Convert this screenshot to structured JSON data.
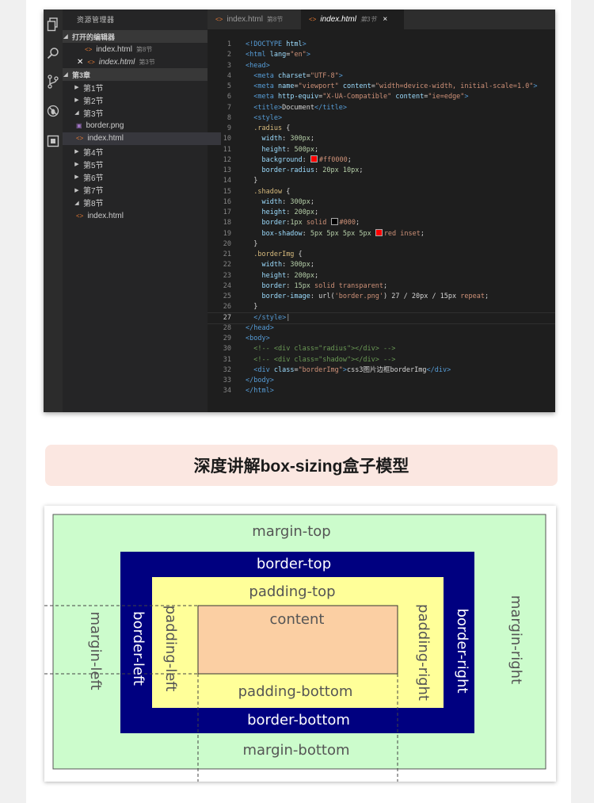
{
  "editor": {
    "explorer_title": "资源管理器",
    "open_editors_header": "打开的编辑器",
    "open_editors": [
      {
        "name": "index.html",
        "hint": "第8节",
        "italic": false
      },
      {
        "name": "index.html",
        "hint": "第3节",
        "italic": true
      }
    ],
    "folder_header": "第3章",
    "tree": [
      {
        "label": "第1节",
        "kind": "folder",
        "state": "collapsed"
      },
      {
        "label": "第2节",
        "kind": "folder",
        "state": "collapsed"
      },
      {
        "label": "第3节",
        "kind": "folder",
        "state": "expanded"
      },
      {
        "label": "border.png",
        "kind": "file-png",
        "state": "file"
      },
      {
        "label": "index.html",
        "kind": "file-html",
        "state": "selected"
      },
      {
        "label": "第4节",
        "kind": "folder",
        "state": "collapsed"
      },
      {
        "label": "第5节",
        "kind": "folder",
        "state": "collapsed"
      },
      {
        "label": "第6节",
        "kind": "folder",
        "state": "collapsed"
      },
      {
        "label": "第7节",
        "kind": "folder",
        "state": "collapsed"
      },
      {
        "label": "第8节",
        "kind": "folder",
        "state": "expanded"
      },
      {
        "label": "index.html",
        "kind": "file-html",
        "state": "file"
      }
    ],
    "tabs": [
      {
        "name": "index.html",
        "hint": "第8节",
        "active": false
      },
      {
        "name": "index.html",
        "hint": "第3节",
        "active": true,
        "close": "×"
      }
    ],
    "current_line": 27,
    "code_lines": [
      [
        [
          "tg",
          "<!DOCTYPE "
        ],
        [
          "at",
          "html"
        ],
        [
          "tg",
          ">"
        ]
      ],
      [
        [
          "tg",
          "<html "
        ],
        [
          "at",
          "lang"
        ],
        [
          "tx",
          "="
        ],
        [
          "st",
          "\"en\""
        ],
        [
          "tg",
          ">"
        ]
      ],
      [
        [
          "tg",
          "<head>"
        ]
      ],
      [
        [
          "tx",
          "  "
        ],
        [
          "tg",
          "<meta "
        ],
        [
          "at",
          "charset"
        ],
        [
          "tx",
          "="
        ],
        [
          "st",
          "\"UTF-8\""
        ],
        [
          "tg",
          ">"
        ]
      ],
      [
        [
          "tx",
          "  "
        ],
        [
          "tg",
          "<meta "
        ],
        [
          "at",
          "name"
        ],
        [
          "tx",
          "="
        ],
        [
          "st",
          "\"viewport\" "
        ],
        [
          "at",
          "content"
        ],
        [
          "tx",
          "="
        ],
        [
          "st",
          "\"width=device-width, initial-scale=1.0\""
        ],
        [
          "tg",
          ">"
        ]
      ],
      [
        [
          "tx",
          "  "
        ],
        [
          "tg",
          "<meta "
        ],
        [
          "at",
          "http-equiv"
        ],
        [
          "tx",
          "="
        ],
        [
          "st",
          "\"X-UA-Compatible\" "
        ],
        [
          "at",
          "content"
        ],
        [
          "tx",
          "="
        ],
        [
          "st",
          "\"ie=edge\""
        ],
        [
          "tg",
          ">"
        ]
      ],
      [
        [
          "tx",
          "  "
        ],
        [
          "tg",
          "<title>"
        ],
        [
          "tx",
          "Document"
        ],
        [
          "tg",
          "</title>"
        ]
      ],
      [
        [
          "tx",
          "  "
        ],
        [
          "tg",
          "<style>"
        ]
      ],
      [
        [
          "tx",
          "  "
        ],
        [
          "sel",
          ".radius"
        ],
        [
          "tx",
          " {"
        ]
      ],
      [
        [
          "tx",
          "    "
        ],
        [
          "pr",
          "width"
        ],
        [
          "tx",
          ": "
        ],
        [
          "nm",
          "300px"
        ],
        [
          "tx",
          ";"
        ]
      ],
      [
        [
          "tx",
          "    "
        ],
        [
          "pr",
          "height"
        ],
        [
          "tx",
          ": "
        ],
        [
          "nm",
          "500px"
        ],
        [
          "tx",
          ";"
        ]
      ],
      [
        [
          "tx",
          "    "
        ],
        [
          "pr",
          "background"
        ],
        [
          "tx",
          ": "
        ],
        [
          "sw",
          "#ff0000"
        ],
        [
          "kw",
          "#ff0000"
        ],
        [
          "tx",
          ";"
        ]
      ],
      [
        [
          "tx",
          "    "
        ],
        [
          "pr",
          "border-radius"
        ],
        [
          "tx",
          ": "
        ],
        [
          "nm",
          "20px 10px"
        ],
        [
          "tx",
          ";"
        ]
      ],
      [
        [
          "tx",
          "  }"
        ]
      ],
      [
        [
          "tx",
          "  "
        ],
        [
          "sel",
          ".shadow"
        ],
        [
          "tx",
          " {"
        ]
      ],
      [
        [
          "tx",
          "    "
        ],
        [
          "pr",
          "width"
        ],
        [
          "tx",
          ": "
        ],
        [
          "nm",
          "300px"
        ],
        [
          "tx",
          ";"
        ]
      ],
      [
        [
          "tx",
          "    "
        ],
        [
          "pr",
          "height"
        ],
        [
          "tx",
          ": "
        ],
        [
          "nm",
          "200px"
        ],
        [
          "tx",
          ";"
        ]
      ],
      [
        [
          "tx",
          "    "
        ],
        [
          "pr",
          "border"
        ],
        [
          "tx",
          ":"
        ],
        [
          "nm",
          "1px "
        ],
        [
          "kw",
          "solid "
        ],
        [
          "sw",
          "#000000"
        ],
        [
          "kw",
          "#000"
        ],
        [
          "tx",
          ";"
        ]
      ],
      [
        [
          "tx",
          "    "
        ],
        [
          "pr",
          "box-shadow"
        ],
        [
          "tx",
          ": "
        ],
        [
          "nm",
          "5px 5px 5px 5px "
        ],
        [
          "sw",
          "#ff0000"
        ],
        [
          "kw",
          "red inset"
        ],
        [
          "tx",
          ";"
        ]
      ],
      [
        [
          "tx",
          "  }"
        ]
      ],
      [
        [
          "tx",
          "  "
        ],
        [
          "sel",
          ".borderImg"
        ],
        [
          "tx",
          " {"
        ]
      ],
      [
        [
          "tx",
          "    "
        ],
        [
          "pr",
          "width"
        ],
        [
          "tx",
          ": "
        ],
        [
          "nm",
          "300px"
        ],
        [
          "tx",
          ";"
        ]
      ],
      [
        [
          "tx",
          "    "
        ],
        [
          "pr",
          "height"
        ],
        [
          "tx",
          ": "
        ],
        [
          "nm",
          "200px"
        ],
        [
          "tx",
          ";"
        ]
      ],
      [
        [
          "tx",
          "    "
        ],
        [
          "pr",
          "border"
        ],
        [
          "tx",
          ": "
        ],
        [
          "nm",
          "15px "
        ],
        [
          "kw",
          "solid transparent"
        ],
        [
          "tx",
          ";"
        ]
      ],
      [
        [
          "tx",
          "    "
        ],
        [
          "pr",
          "border-image"
        ],
        [
          "tx",
          ": url("
        ],
        [
          "st",
          "'border.png'"
        ],
        [
          "tx",
          ") 27 / 20px / 15px "
        ],
        [
          "kw",
          "repeat"
        ],
        [
          "tx",
          ";"
        ]
      ],
      [
        [
          "tx",
          "  }"
        ]
      ],
      [
        [
          "tx",
          "  "
        ],
        [
          "tg",
          "</style>"
        ]
      ],
      [
        [
          "tg",
          "</head>"
        ]
      ],
      [
        [
          "tg",
          "<body>"
        ]
      ],
      [
        [
          "tx",
          "  "
        ],
        [
          "cm",
          "<!-- <div class=\"radius\"></div> -->"
        ]
      ],
      [
        [
          "tx",
          "  "
        ],
        [
          "cm",
          "<!-- <div class=\"shadow\"></div> -->"
        ]
      ],
      [
        [
          "tx",
          "  "
        ],
        [
          "tg",
          "<div "
        ],
        [
          "at",
          "class"
        ],
        [
          "tx",
          "="
        ],
        [
          "st",
          "\"borderImg\""
        ],
        [
          "tg",
          ">"
        ],
        [
          "tx",
          "css3图片边框borderImg"
        ],
        [
          "tg",
          "</div>"
        ]
      ],
      [
        [
          "tg",
          "</body>"
        ]
      ],
      [
        [
          "tg",
          "</html>"
        ]
      ]
    ]
  },
  "heading": "深度讲解box-sizing盒子模型",
  "box_model": {
    "labels": {
      "margin_top": "margin-top",
      "margin_bottom": "margin-bottom",
      "margin_left": "margin-left",
      "margin_right": "margin-right",
      "border_top": "border-top",
      "border_bottom": "border-bottom",
      "border_left": "border-left",
      "border_right": "border-right",
      "padding_top": "padding-top",
      "padding_bottom": "padding-bottom",
      "padding_left": "padding-left",
      "padding_right": "padding-right",
      "content": "content"
    },
    "colors": {
      "margin": "#ccfccc",
      "border": "#000080",
      "padding": "#ffff99",
      "content": "#fbcfa3"
    }
  }
}
